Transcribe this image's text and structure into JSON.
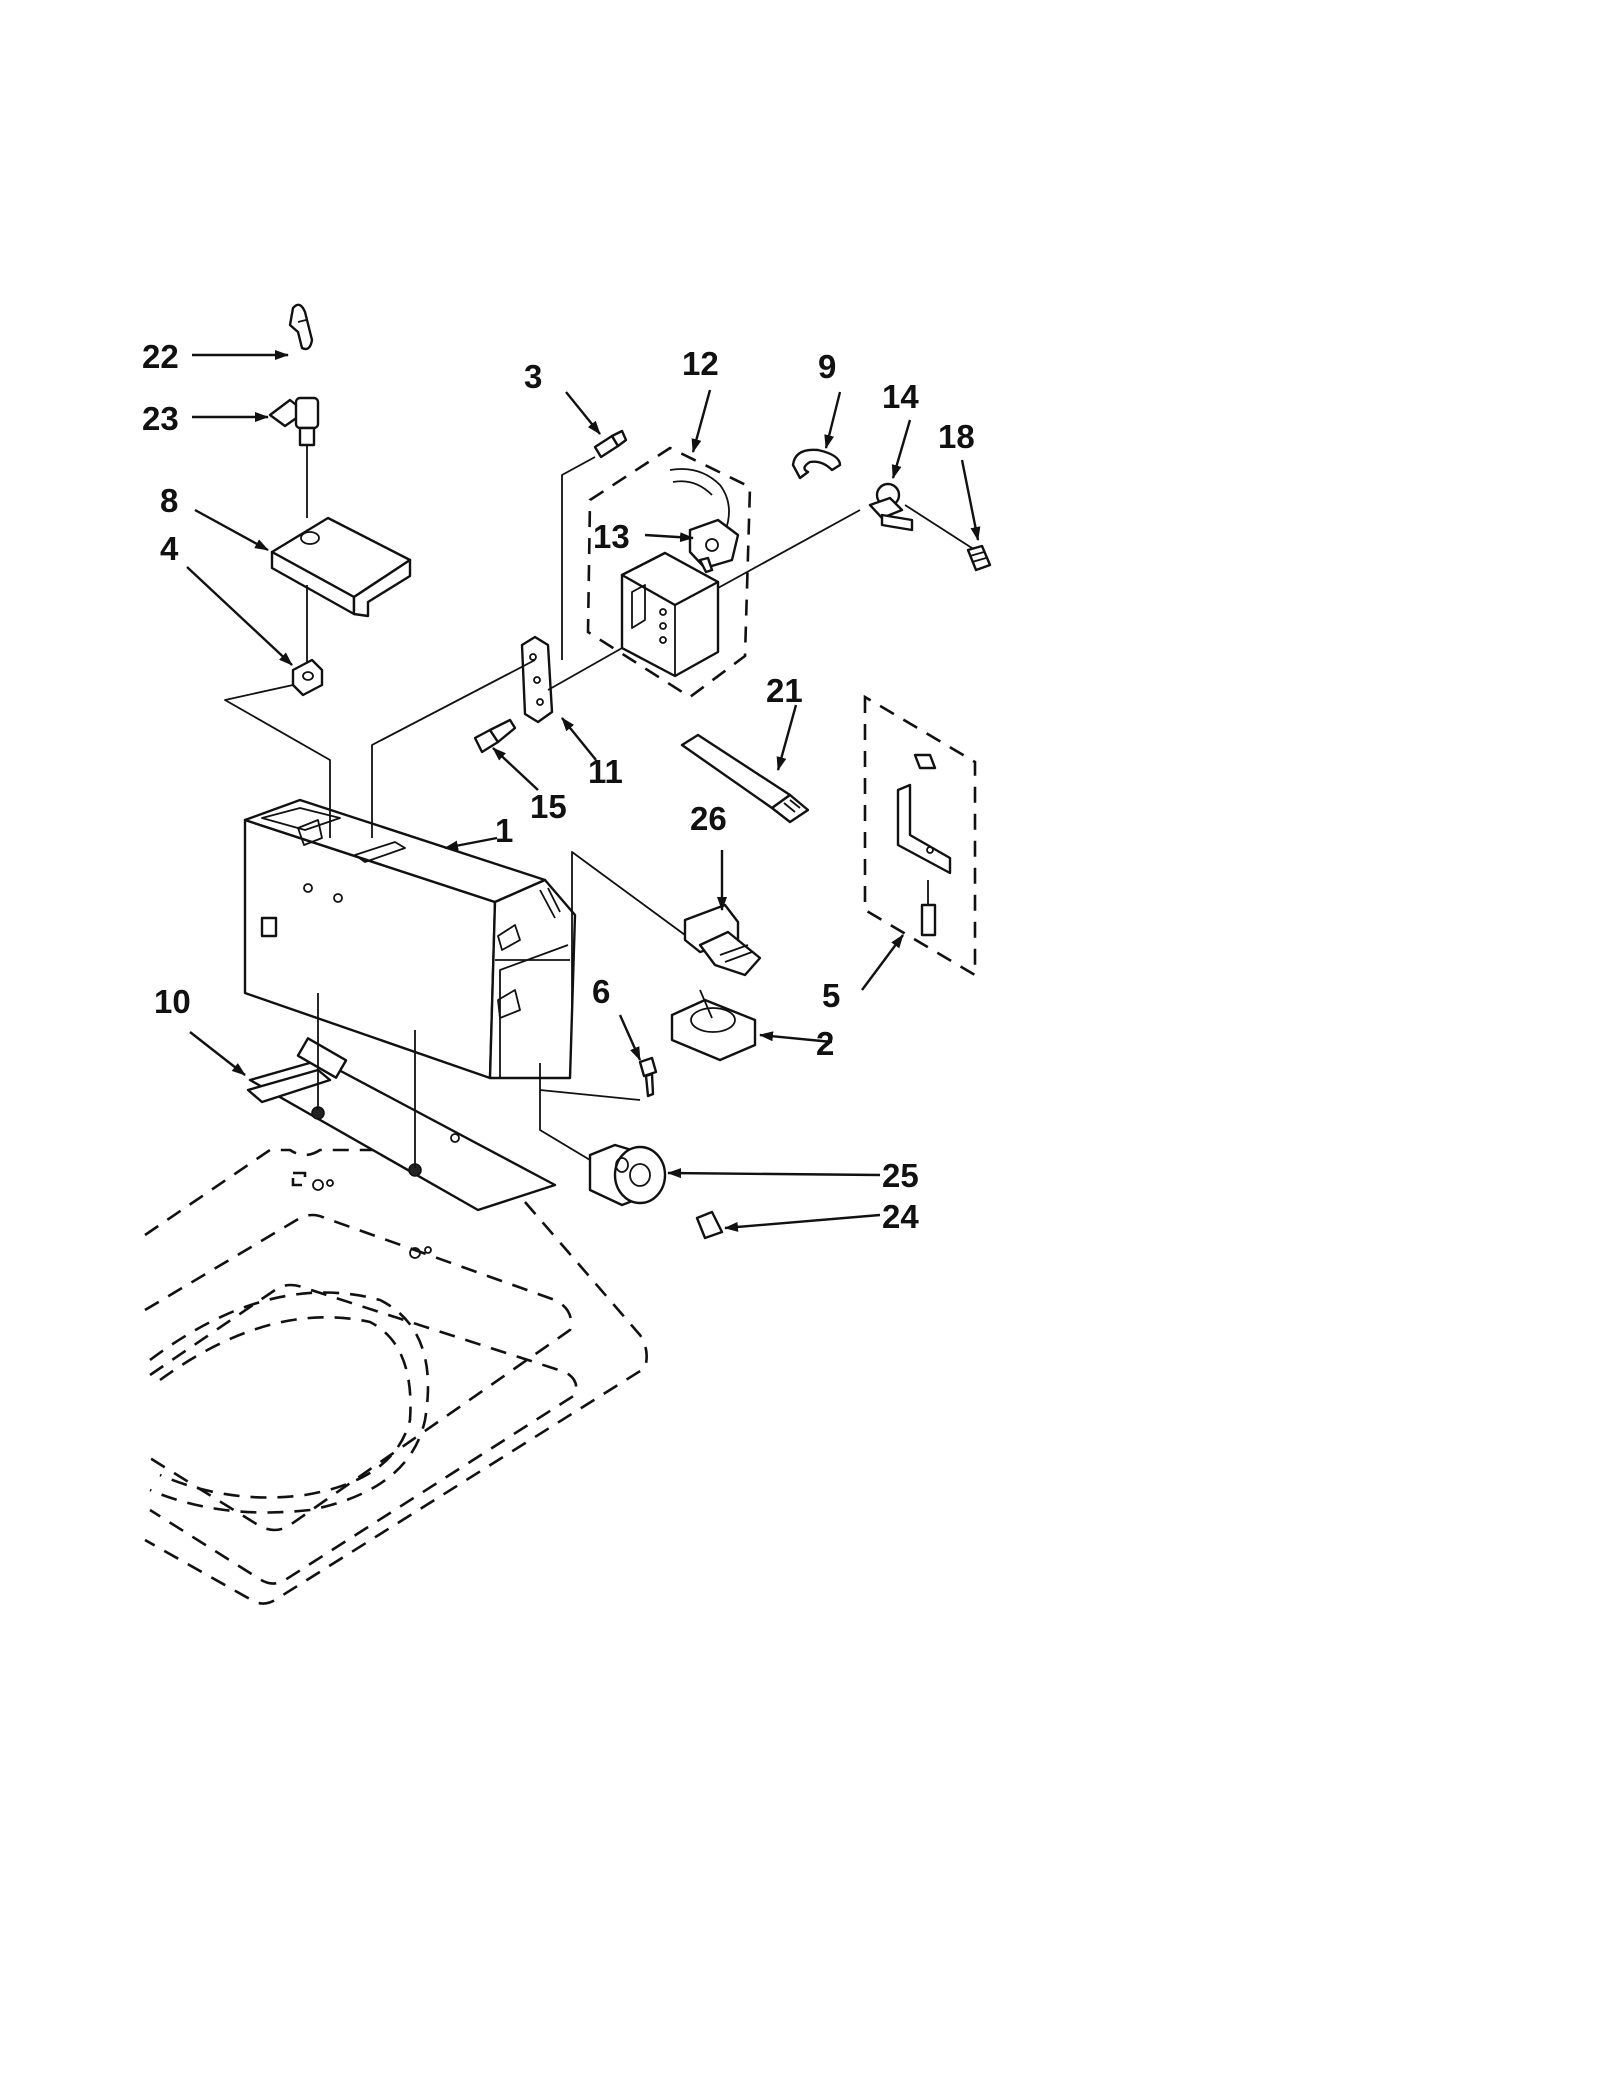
{
  "callouts": [
    {
      "id": "22",
      "label": "22"
    },
    {
      "id": "23",
      "label": "23"
    },
    {
      "id": "8",
      "label": "8"
    },
    {
      "id": "4",
      "label": "4"
    },
    {
      "id": "3",
      "label": "3"
    },
    {
      "id": "12",
      "label": "12"
    },
    {
      "id": "9",
      "label": "9"
    },
    {
      "id": "14",
      "label": "14"
    },
    {
      "id": "18",
      "label": "18"
    },
    {
      "id": "13",
      "label": "13"
    },
    {
      "id": "11",
      "label": "11"
    },
    {
      "id": "15",
      "label": "15"
    },
    {
      "id": "21",
      "label": "21"
    },
    {
      "id": "1",
      "label": "1"
    },
    {
      "id": "26",
      "label": "26"
    },
    {
      "id": "5",
      "label": "5"
    },
    {
      "id": "10",
      "label": "10"
    },
    {
      "id": "6",
      "label": "6"
    },
    {
      "id": "2",
      "label": "2"
    },
    {
      "id": "25",
      "label": "25"
    },
    {
      "id": "24",
      "label": "24"
    }
  ]
}
